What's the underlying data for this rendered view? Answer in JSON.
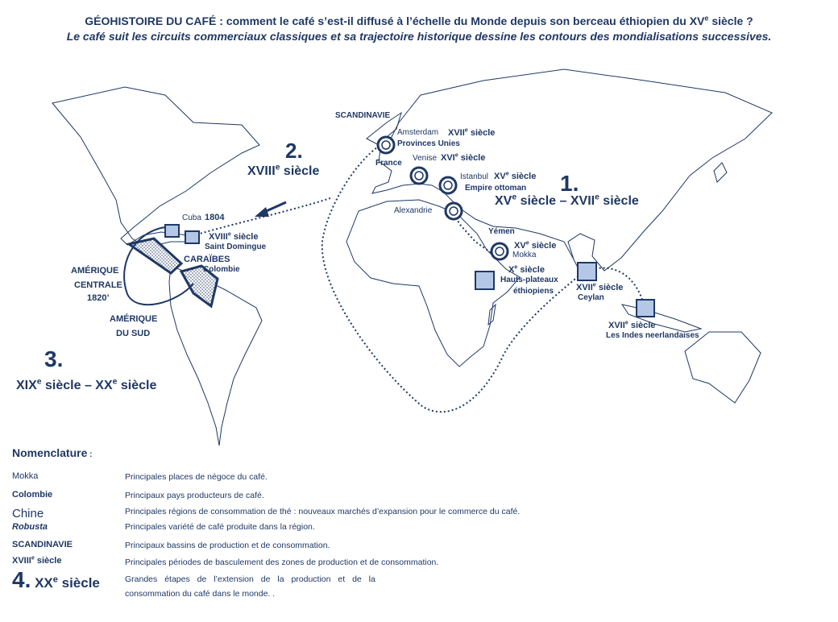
{
  "title": {
    "main": "GÉOHISTOIRE DU CAFÉ : comment le café s’est-il diffusé à l’échelle du Monde depuis son berceau éthiopien du XV",
    "main_sup": "e",
    "main_end": " siècle ?",
    "subtitle": "Le café suit les circuits commerciaux classiques et sa trajectoire historique dessine les contours des mondialisations successives."
  },
  "map": {
    "places": {
      "scandinavie": "SCANDINAVIE",
      "amsterdam": "Amsterdam",
      "provinces_unies": "Provinces Unies",
      "france": "France",
      "venise": "Venise",
      "istanbul": "Istanbul",
      "empire_ottoman": "Empire ottoman",
      "alexandrie": "Alexandrie",
      "yemen": "Yémen",
      "mokka": "Mokka",
      "hauts_plateaux_1": "Hauts-plateaux",
      "hauts_plateaux_2": "éthiopiens",
      "ceylan": "Ceylan",
      "indes": "Les Indes neerlandaises",
      "cuba": "Cuba",
      "year_1804": "1804",
      "saint_domingue": "Saint Domingue",
      "caraibes": "CARAÏBES",
      "colombie": "Colombie",
      "amerique_centrale_1": "AMÉRIQUE",
      "amerique_centrale_2": "CENTRALE",
      "year_1820": "1820’",
      "amerique_sud_1": "AMÉRIQUE",
      "amerique_sud_2": "DU SUD"
    },
    "centuries": {
      "amsterdam": {
        "roman": "XVII",
        "sup": "e",
        "word": " siècle"
      },
      "venise": {
        "roman": "XVI",
        "sup": "e",
        "word": " siècle"
      },
      "istanbul": {
        "roman": "XV",
        "sup": "e",
        "word": " siècle"
      },
      "mokka": {
        "roman": "XV",
        "sup": "e",
        "word": " siècle"
      },
      "ethiopie": {
        "roman": "X",
        "sup": "e",
        "word": " siècle"
      },
      "ceylan": {
        "roman": "XVII",
        "sup": "e",
        "word": " siècle"
      },
      "indes": {
        "roman": "XVII",
        "sup": "e",
        "word": " siècle"
      },
      "saint_domingue": {
        "roman": "XVIII",
        "sup": "e",
        "word": " siècle"
      }
    },
    "phases": {
      "p1_num": "1.",
      "p1_a": "XV",
      "p1_a_sup": "e",
      "p1_mid": " siècle – XVII",
      "p1_b_sup": "e",
      "p1_end": " siècle",
      "p2_num": "2.",
      "p2_a": "XVIII",
      "p2_a_sup": "e",
      "p2_end": " siècle",
      "p3_num": "3.",
      "p3_a": "XIX",
      "p3_a_sup": "e",
      "p3_mid": " siècle – XX",
      "p3_b_sup": "e",
      "p3_end": " siècle"
    },
    "colors": {
      "ink": "#1f3864",
      "fill_light": "#b4c7e7",
      "land_stroke": "#1f3864"
    }
  },
  "legend": {
    "title": "Nomenclature",
    "title_colon": " :",
    "rows": [
      {
        "key": "Mokka",
        "desc": "Principales places de négoce du café."
      },
      {
        "key": "Colombie",
        "desc": "Principaux pays producteurs de café."
      },
      {
        "key": "Chine",
        "desc": "Principales régions de consommation de thé : nouveaux marchés d’expansion pour le commerce du café."
      },
      {
        "key": "Robusta",
        "desc": "Principales variété de café produite dans la région."
      },
      {
        "key": "SCANDINAVIE",
        "desc": "Principaux bassins de production et de consommation."
      },
      {
        "key": "XVIII",
        "key_sup": "e",
        "key_end": " siècle",
        "desc": "Principales périodes de basculement des zones de production et de consommation."
      },
      {
        "key": "4.",
        "key_b": " XX",
        "key_sup": "e",
        "key_end": " siècle",
        "desc": "Grandes étapes de l’extension de la production et de la",
        "desc2": "consommation du café dans le monde. ."
      }
    ]
  }
}
